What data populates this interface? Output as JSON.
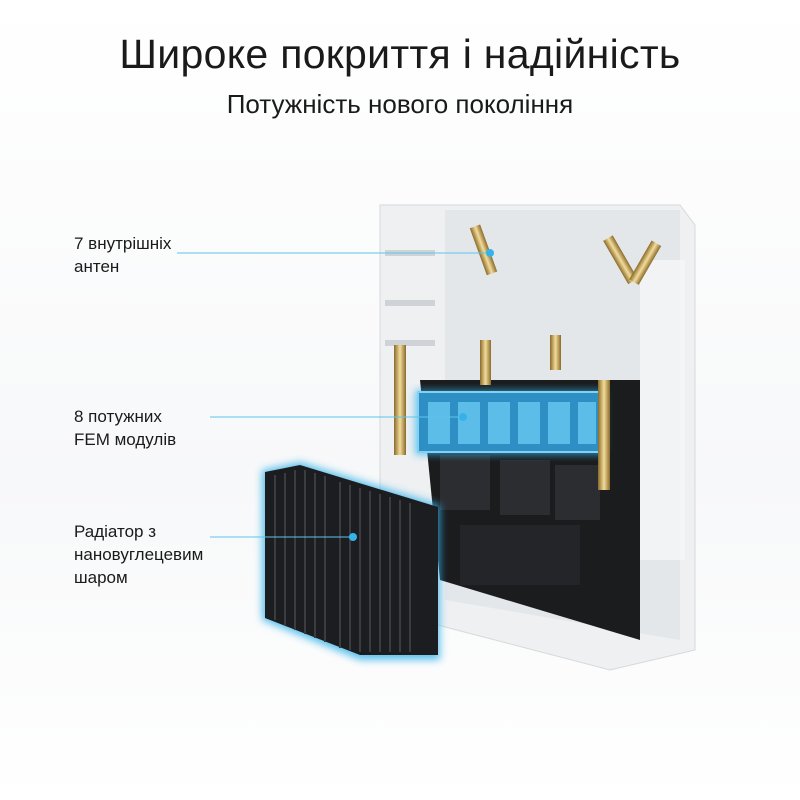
{
  "header": {
    "title": "Широке покриття і надійність",
    "subtitle": "Потужність нового покоління"
  },
  "callouts": [
    {
      "line1": "7 внутрішніх",
      "line2": "антен"
    },
    {
      "line1": "8 потужних",
      "line2": "FEM модулів"
    },
    {
      "line1": "Радіатор з",
      "line2": "нановуглецевим",
      "line3": "шаром"
    }
  ],
  "colors": {
    "accent": "#35b3e8",
    "heatsink": "#1c1d20",
    "body": "#f3f4f5"
  }
}
